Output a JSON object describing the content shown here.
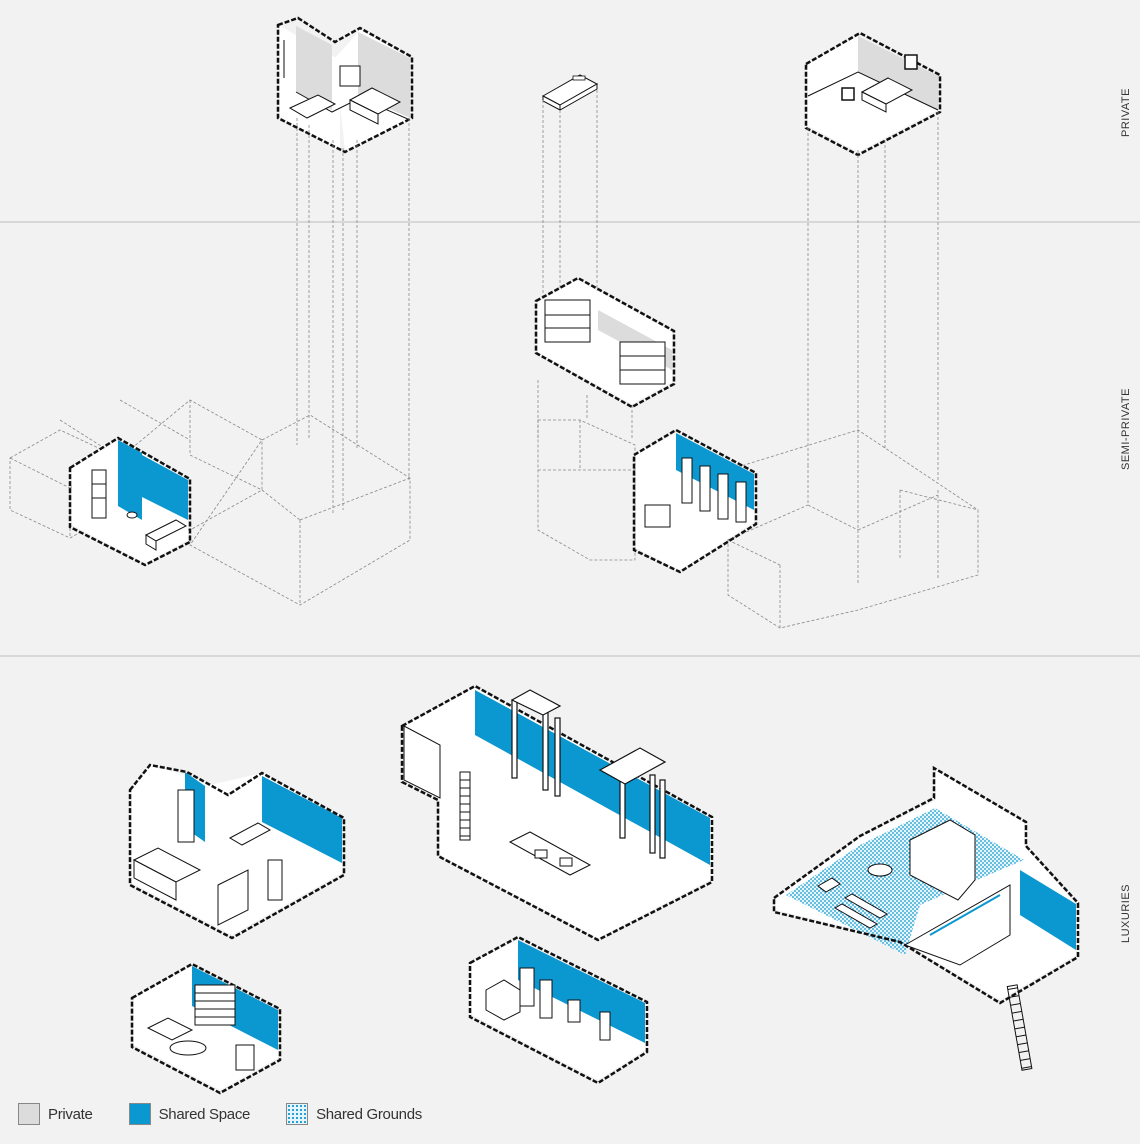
{
  "bands": {
    "private": "PRIVATE",
    "semi_private": "SEMI-PRIVATE",
    "luxuries": "LUXURIES"
  },
  "legend": {
    "private": "Private",
    "shared_space": "Shared Space",
    "shared_grounds": "Shared Grounds"
  },
  "colors": {
    "background": "#f2f2f2",
    "private": "#dcdcdc",
    "shared_space": "#0b97cf",
    "shared_grounds": "#3fb0dc",
    "outline": "#111111",
    "dashed": "#888888"
  }
}
